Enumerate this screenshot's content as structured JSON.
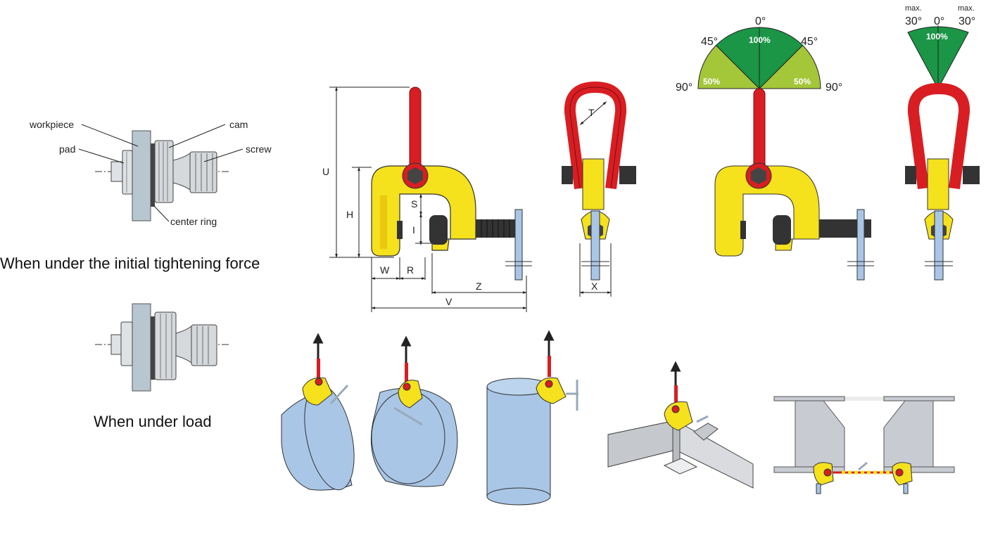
{
  "mechanism": {
    "initial": {
      "labels": {
        "workpiece": "workpiece",
        "pad": "pad",
        "cam": "cam",
        "screw": "screw",
        "center_ring": "center ring"
      },
      "caption": "When under the initial tightening force"
    },
    "load": {
      "caption": "When under load"
    }
  },
  "dimensions": {
    "U": "U",
    "H": "H",
    "S": "S",
    "I": "I",
    "W": "W",
    "R": "R",
    "Z": "Z",
    "V": "V",
    "T": "T",
    "X": "X"
  },
  "angle_diagram": {
    "deg_0": "0°",
    "deg_45_left": "45°",
    "deg_45_right": "45°",
    "deg_90_left": "90°",
    "deg_90_right": "90°",
    "full_pct": "100%",
    "half_left_pct": "50%",
    "half_right_pct": "50%",
    "colors": {
      "full": "#1a9646",
      "half": "#a4c639"
    }
  },
  "side_angle_diagram": {
    "max_left": "max.",
    "max_right": "max.",
    "deg_30_left": "30°",
    "deg_0": "0°",
    "deg_30_right": "30°",
    "pct": "100%"
  },
  "colors": {
    "clamp_body": "#f5e11c",
    "shackle": "#d81e22",
    "pipe": "#a9c6e6",
    "steel": "#c8ccd2",
    "beam": "#d9dbde"
  }
}
